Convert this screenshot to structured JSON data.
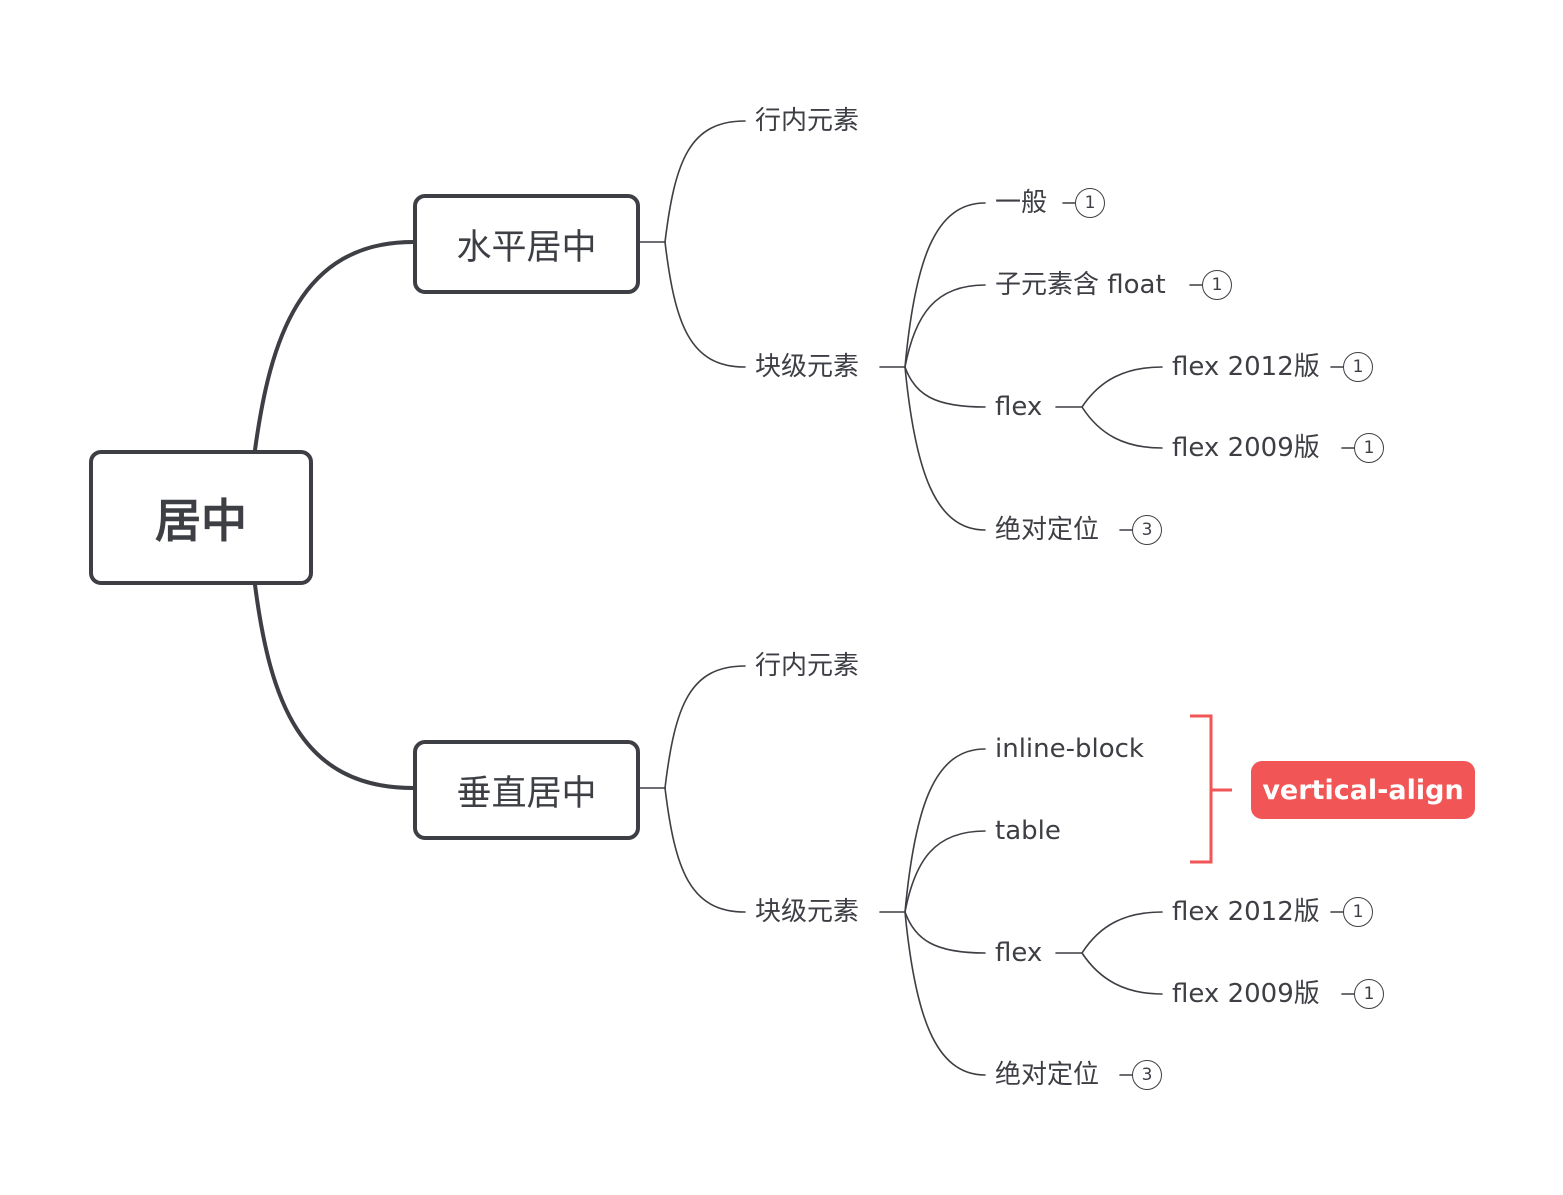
{
  "colors": {
    "line": "#3d3f44",
    "accent": "#f25555",
    "background": "#ffffff"
  },
  "root": {
    "label": "居中"
  },
  "horizontal": {
    "label": "水平居中",
    "inline": "行内元素",
    "block": "块级元素",
    "children": {
      "general": "一般",
      "general_badge": "1",
      "float": "子元素含 float",
      "float_badge": "1",
      "flex": "flex",
      "flex2012": "flex 2012版",
      "flex2012_badge": "1",
      "flex2009": "flex 2009版",
      "flex2009_badge": "1",
      "absolute": "绝对定位",
      "absolute_badge": "3"
    }
  },
  "vertical": {
    "label": "垂直居中",
    "inline": "行内元素",
    "block": "块级元素",
    "children": {
      "inline_block": "inline-block",
      "table": "table",
      "flex": "flex",
      "flex2012": "flex 2012版",
      "flex2012_badge": "1",
      "flex2009": "flex 2009版",
      "flex2009_badge": "1",
      "absolute": "绝对定位",
      "absolute_badge": "3"
    },
    "group_tag": "vertical-align"
  }
}
